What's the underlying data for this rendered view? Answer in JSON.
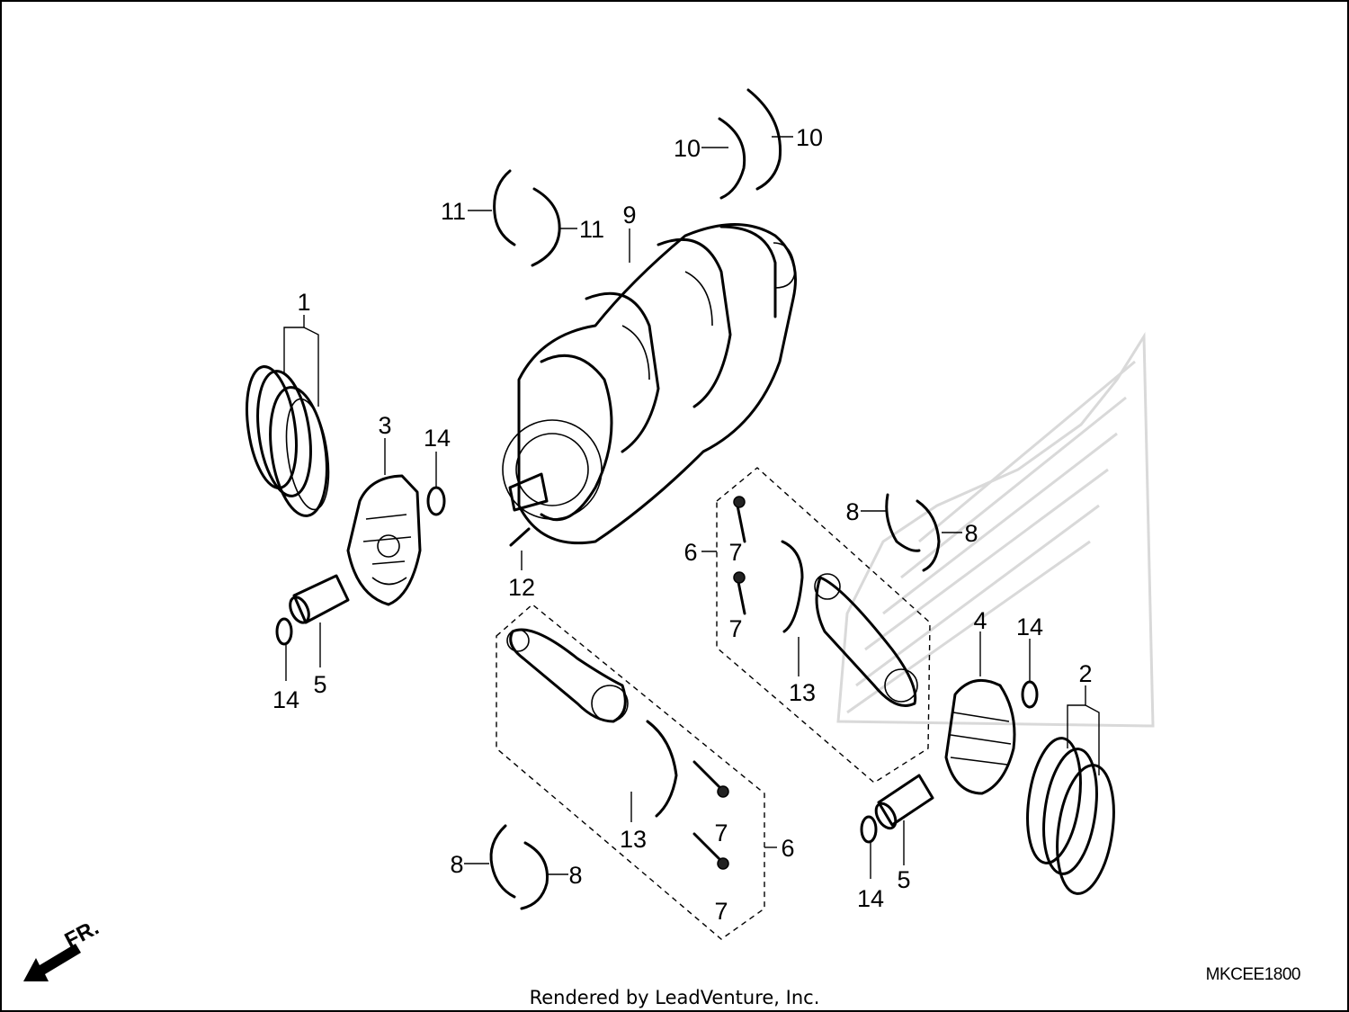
{
  "callouts": {
    "c1": "1",
    "c2": "2",
    "c3": "3",
    "c4": "4",
    "c5a": "5",
    "c5b": "5",
    "c6a": "6",
    "c6b": "6",
    "c7a": "7",
    "c7b": "7",
    "c7c": "7",
    "c7d": "7",
    "c8a": "8",
    "c8b": "8",
    "c8c": "8",
    "c8d": "8",
    "c9": "9",
    "c10a": "10",
    "c10b": "10",
    "c11a": "11",
    "c11b": "11",
    "c12": "12",
    "c13a": "13",
    "c13b": "13",
    "c14a": "14",
    "c14b": "14",
    "c14c": "14",
    "c14d": "14"
  },
  "front_label": "FR.",
  "diagram_code": "MKCEE1800",
  "credit": "Rendered by LeadVenture, Inc.",
  "colors": {
    "ink": "#000000",
    "watermark": "#d9d9d9",
    "background": "#ffffff"
  },
  "icons": {
    "front": "front-direction-arrow-icon"
  }
}
